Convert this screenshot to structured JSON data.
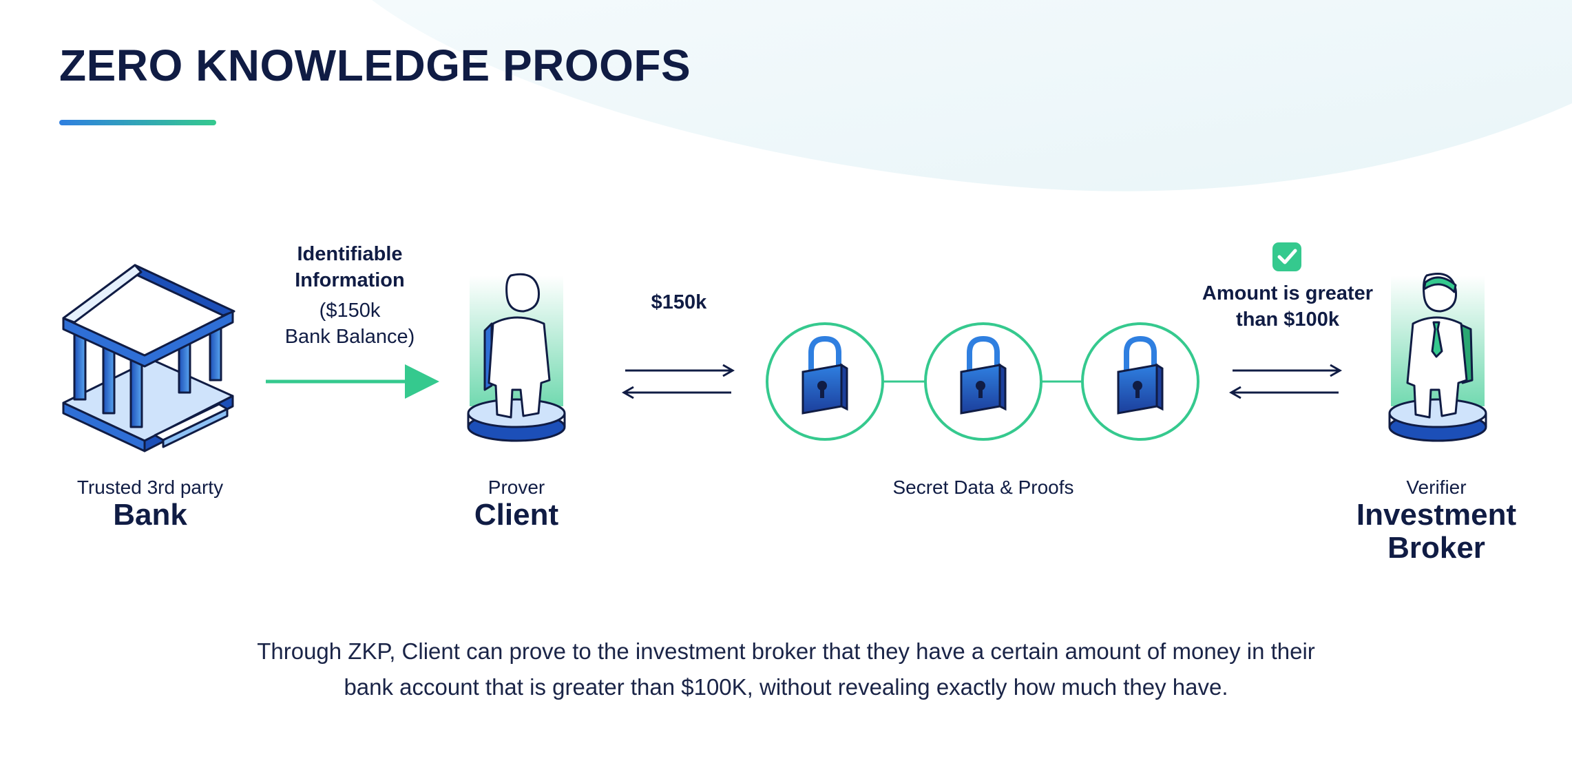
{
  "title": "ZERO KNOWLEDGE PROOFS",
  "colors": {
    "navy": "#101c44",
    "blue": "#2f6fd6",
    "green": "#35c98e",
    "light_blue_bg": "#eef7fb"
  },
  "bank": {
    "role": "Trusted 3rd party",
    "name": "Bank",
    "icon": "bank-building-icon"
  },
  "arrow1_label": {
    "line1": "Identifiable",
    "line2": "Information",
    "line3": "($150k",
    "line4": "Bank Balance)"
  },
  "client": {
    "role": "Prover",
    "name": "Client",
    "icon": "person-on-pedestal-icon"
  },
  "exchange1_label": "$150k",
  "secret": {
    "label": "Secret Data & Proofs",
    "icon": "padlock-icon"
  },
  "verification": {
    "line1": "Amount is greater",
    "line2": "than $100k",
    "icon": "check-badge-icon"
  },
  "broker": {
    "role": "Verifier",
    "name_line1": "Investment",
    "name_line2": "Broker",
    "icon": "businessperson-on-pedestal-icon"
  },
  "caption": {
    "line1": "Through ZKP, Client can prove to the investment broker that they have a certain amount of money in their",
    "line2": "bank account that is greater than $100K, without revealing exactly how much they have."
  }
}
